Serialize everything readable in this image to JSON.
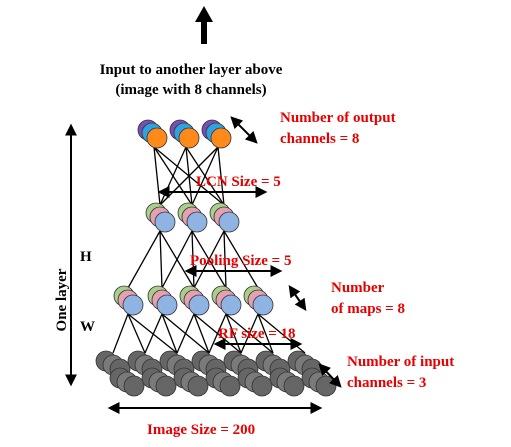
{
  "labels": {
    "input_line1": "Input to another layer above",
    "input_line2": "(image with 8 channels)",
    "output_line1": "Number  of output",
    "output_line2": "channels = 8",
    "lcn": "LCN Size = 5",
    "pooling": "Pooling Size = 5",
    "maps_line1": "Number",
    "maps_line2": "of maps = 8",
    "rf": "RF size = 18",
    "input_ch_line1": "Number  of input",
    "input_ch_line2": "channels = 3",
    "image_size": "Image Size = 200",
    "one_layer": "One layer",
    "h": "H",
    "w": "W"
  },
  "colors": {
    "accent_text": "#e60000",
    "arrow": "#000000",
    "input_unit": "#666666",
    "map_blue": "#8fb3e3",
    "map_green": "#a9cf8a",
    "map_pink": "#e6a0b4",
    "out_orange": "#ff8a1c",
    "out_blue": "#2ea3e0",
    "out_purple": "#7a4fb5"
  }
}
